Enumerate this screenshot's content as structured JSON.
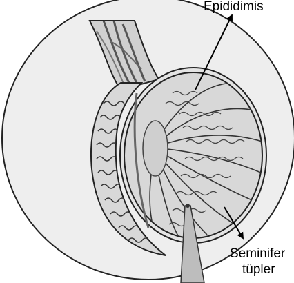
{
  "diagram": {
    "labels": {
      "epididymis": "Epididimis",
      "seminifer_line1": "Seminifer",
      "seminifer_line2": "tüpler"
    },
    "colors": {
      "background_circle": "#eeeeee",
      "outline": "#222222",
      "tissue_fill": "#d8d8d8",
      "tubule_stroke": "#333333",
      "label_text": "#000000"
    },
    "icons": [
      "up-arrow-icon",
      "down-arrow-icon"
    ]
  }
}
